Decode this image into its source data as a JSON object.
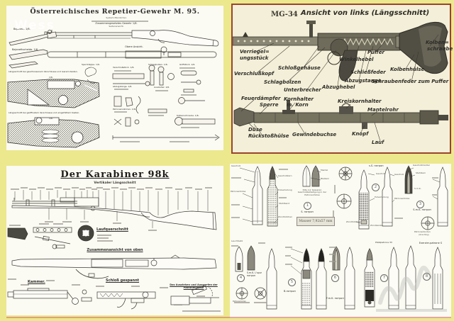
{
  "colors": {
    "background": "#ece88d",
    "panel": "#fbfaf3",
    "mg34_panel": "#f4efd8",
    "mg34_border": "#9a432e",
    "ink": "#2e2d28"
  },
  "watermark": {
    "text": "Wess"
  },
  "m95": {
    "title": "Österreichisches Repetier-Gewehr M. 95.",
    "subtitle": "System Mannlicher.",
    "assembled_caption": "Zusammengesetztes Gewehr 1/6.",
    "assembled_sub": "Seitenansicht.",
    "top_view_caption": "Obere Ansicht.",
    "bayonet_caption": "Bajonett. 1/6.",
    "scabbard_caption": "Bajonettscheide. 1/6.",
    "section1_caption": "Längsschnitt bei geschlossenem Verschlusse und leerem Kasten.",
    "section1_scale": "1/6.",
    "section2_caption": "Längsschnitt bei geöffnetem Verschlusse und eingefülltem Kasten.",
    "section2_scale": "1/6.",
    "parts": [
      "Sperrklappe. 1/6.",
      "Verschlußstück. 1/6.",
      "Schlagbolzen. 1/6.",
      "Griffstück. 1/6.",
      "Abzugstange. 1/6.",
      "Auszieher. 1/6.",
      "Patronenrahmen. 1/6.",
      "Kolbenschraube. 1/6."
    ]
  },
  "mg34": {
    "model": "MG-34",
    "title": "Ansicht von links (Längsschnitt)",
    "labels": [
      "Verriegel=",
      "ungsstück",
      "Verschlußkopf",
      "Schloßgehäuse",
      "Schlagbolzen",
      "Unterbrecher",
      "Abzughebel",
      "Winkelhebel",
      "Schließfeder",
      "Abzugstange",
      "Puffer",
      "Kolben=",
      "schraube",
      "Kolbenhülse",
      "Schraubenfeder zum Puffer",
      "Feuerdämpfer",
      "Sperre",
      "Kornhalter",
      "m. Korn",
      "Kreiskornhalter",
      "Mantelrohr",
      "Düse",
      "Rückstoßhülse",
      "Gewindebuchse",
      "Knopf",
      "Lauf"
    ]
  },
  "k98": {
    "title": "Der Karabiner 98k",
    "subtitle": "Vertikaler Längsschnitt",
    "cross_section": "Laufquerschnitt",
    "top_view": "Zusammenansicht von oben",
    "bolt": "Kammer.",
    "lock": "Schloß gespannt",
    "extraction": "Das Ausziehen und Auswerfen der Patronenhülse"
  },
  "ammo": {
    "box_label": "Mauser 7,92x57 mm",
    "items": [
      {
        "num": "1",
        "name": "S. патрон"
      },
      {
        "num": "2",
        "name": "s.S. патрон"
      },
      {
        "num": "3",
        "name": "S.m.K. патрон"
      },
      {
        "num": "4",
        "name": "S.m.K. L'spur патрон"
      },
      {
        "num": "5",
        "name": "B-патрон"
      },
      {
        "num": "6",
        "name": "F.m.K. патрон"
      },
      {
        "num": "7",
        "name": "Platzpatrone 33"
      },
      {
        "num": "8",
        "name": "Exerzier-patrone S"
      }
    ],
    "part_labels": {
      "geschoss": "Geschoß",
      "mantel": "Mantel",
      "bleikern": "Bleikern",
      "huelse": "Patronenhülse",
      "geschosskern": "Geschoßkern",
      "pulver": "Pulverladung",
      "stahlband": "Stahlband",
      "zuendh": "Zündhütchen",
      "zuendk": "Zündkanäle",
      "g_mantel": "Geschoßmantel",
      "stahlkern": "Stahlkern",
      "smk": "S.m.K.",
      "boden": "Patronenboden",
      "boden_sub": "(ohne Ring)",
      "rille": "Rille zur besseren Geschoßbefestigung in der Patronenhülse",
      "leuchtsatz": "Leuchtsatz"
    }
  }
}
